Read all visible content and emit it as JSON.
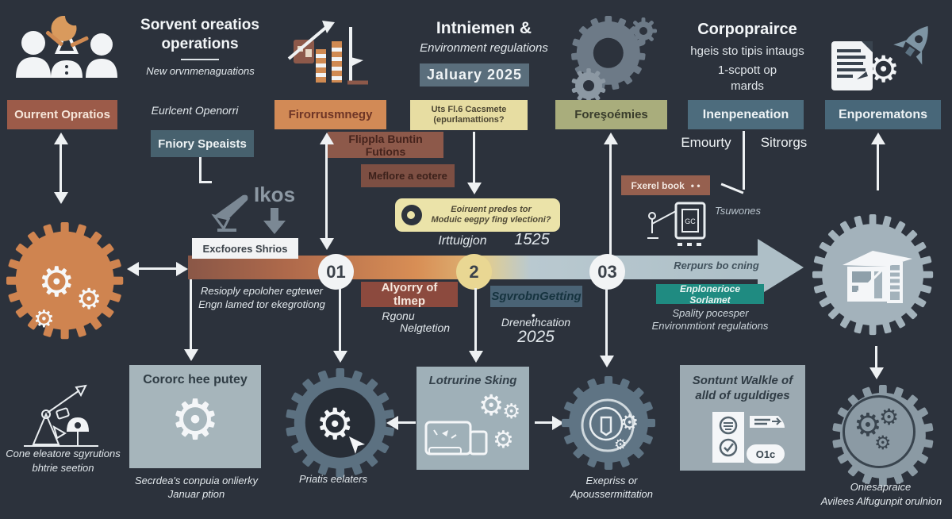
{
  "icons": {
    "gear_glyph": "⚙",
    "check_glyph": "✓",
    "bullet": "•",
    "double_dots": "• •"
  },
  "top": {
    "col1": {
      "title_line1": "Sorvent oreatios",
      "title_line2": "operations",
      "subtitle": "New orvnmenaguations",
      "stage_box": "Ourrent Opratios",
      "caption": "Eurlcent Openorri",
      "tag_box": "Fniory Speaists",
      "ikos_label": "Ikos"
    },
    "col2": {
      "stage_box": "Firorrusmnegy",
      "tag_box1": "Flippla Buntin Futions",
      "tag_box2": "Meflore a eotere"
    },
    "col3": {
      "title": "Intniemen &",
      "subtitle": "Environment regulations",
      "date_badge": "Jaluary 2025",
      "stage_box_line1": "Uts Fl.6 Cacsmete",
      "stage_box_line2": "(epurlamattions?"
    },
    "col4": {
      "stage_box": "Foreşoémies"
    },
    "col5": {
      "title": "Corpoprairce",
      "subtitle1": "hgeis sto tipis intaugs",
      "subtitle2": "1-scpott op",
      "subtitle3": "mards",
      "stage_box": "Inenpeneation",
      "below_left": "Emourty",
      "below_right": "Sitrorgs"
    },
    "col6": {
      "stage_box": "Enporematons"
    }
  },
  "timeline": {
    "strip_label": "Excfoores Shrios",
    "milestone1": "01",
    "milestone2": "2",
    "milestone3": "03",
    "note_line1": "Eoiruent predes tor",
    "note_line2": "Moduic eegpy fing vlectioni?",
    "above_label": "Irttuigjon",
    "above_year": "1525",
    "below_left_line1": "Resioply epoloher egtewer",
    "below_left_line2": "Engn lamed tor ekegrotiong",
    "below_box1": "Alyorry of tlmep",
    "below_box1_cap1": "Rgonu",
    "below_box1_cap2": "Nelgtetion",
    "below_box2": "SgvrobnGetting",
    "below_box2_cap1": "Drenethcation",
    "below_box2_cap2": "2025",
    "side_box": "Fxerel book",
    "side_icon_label": "Tsuwones",
    "window_text": "GC",
    "arrow_label": "Rerpurs bo cning",
    "teal_box": "Enplonerioce Sorlamet",
    "teal_cap1": "Spality pocesper",
    "teal_cap2": "Environmtiont regulations"
  },
  "bottom": {
    "left_cap1": "Cone eleatore sgyrutions",
    "left_cap2": "bhtrie seetion",
    "card1_title": "Cororc hee putey",
    "card1_cap1": "Secrdea's conpuia onlierky",
    "card1_cap2": "Januar ption",
    "gear2_cap": "Priatis eelaters",
    "card2_title": "Lotrurine Sking",
    "gear3_cap1": "Exepriss or",
    "gear3_cap2": "Apoussermittation",
    "card3_title1": "Sontunt Walkle of",
    "card3_title2": "alld of uguldiges",
    "card3_badge": "O1c",
    "gear4_cap1": "Oniesapraice",
    "gear4_cap2": "Avilees Alfugunpit orulnion"
  }
}
